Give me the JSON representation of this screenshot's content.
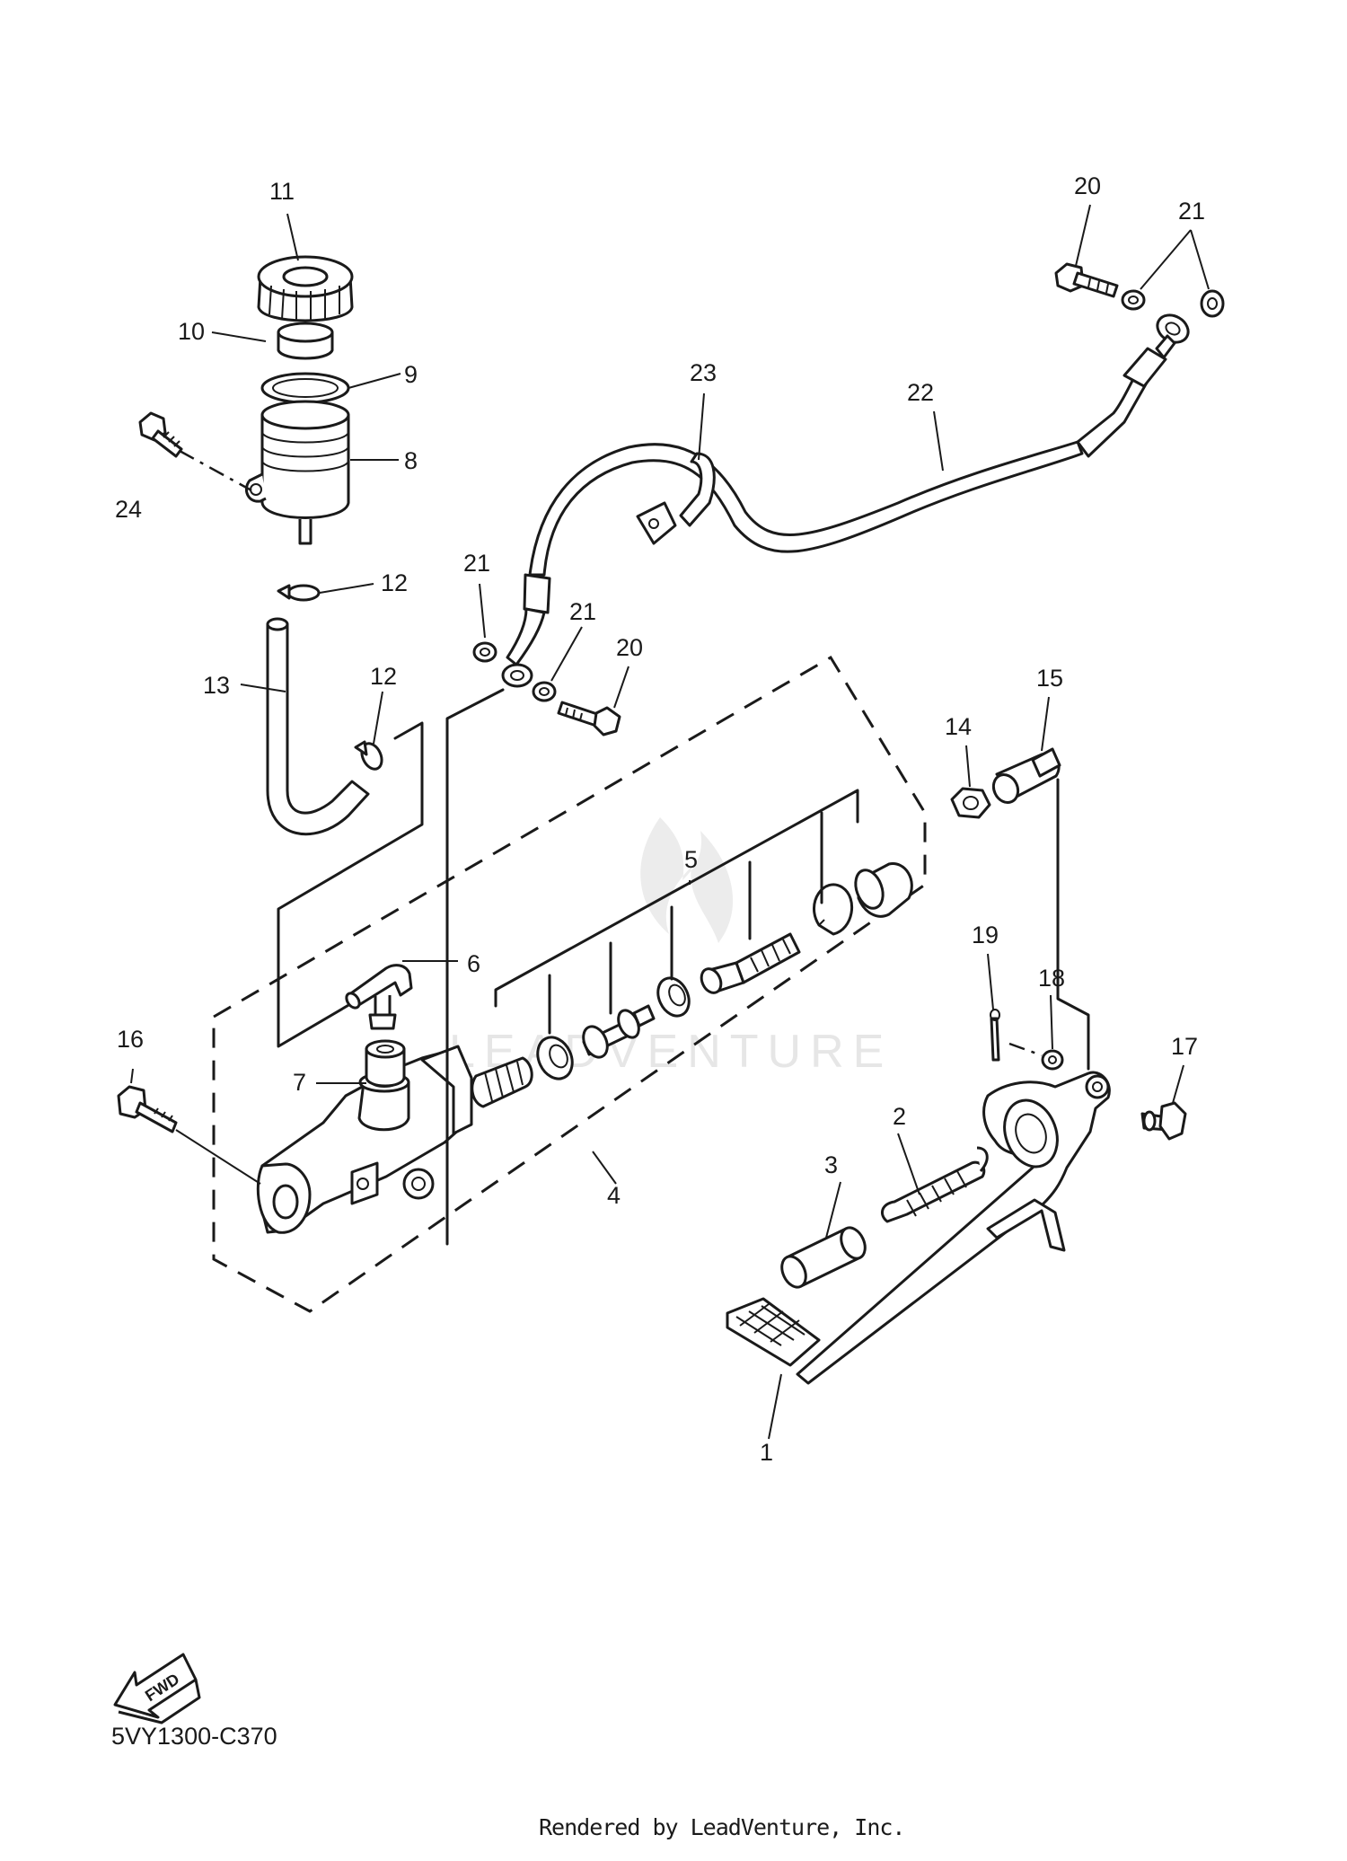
{
  "diagram": {
    "code": "5VY1300-C370",
    "rendered_by": "Rendered by LeadVenture, Inc.",
    "fwd_label": "FWD",
    "watermark": "LEADVENTURE",
    "callouts": [
      {
        "id": "c1",
        "label": "1"
      },
      {
        "id": "c2",
        "label": "2"
      },
      {
        "id": "c3",
        "label": "3"
      },
      {
        "id": "c4",
        "label": "4"
      },
      {
        "id": "c5",
        "label": "5"
      },
      {
        "id": "c6",
        "label": "6"
      },
      {
        "id": "c7",
        "label": "7"
      },
      {
        "id": "c8",
        "label": "8"
      },
      {
        "id": "c9",
        "label": "9"
      },
      {
        "id": "c10",
        "label": "10"
      },
      {
        "id": "c11",
        "label": "11"
      },
      {
        "id": "c12a",
        "label": "12"
      },
      {
        "id": "c12b",
        "label": "12"
      },
      {
        "id": "c13",
        "label": "13"
      },
      {
        "id": "c14",
        "label": "14"
      },
      {
        "id": "c15",
        "label": "15"
      },
      {
        "id": "c16",
        "label": "16"
      },
      {
        "id": "c17",
        "label": "17"
      },
      {
        "id": "c18",
        "label": "18"
      },
      {
        "id": "c19",
        "label": "19"
      },
      {
        "id": "c20a",
        "label": "20"
      },
      {
        "id": "c20b",
        "label": "20"
      },
      {
        "id": "c21a",
        "label": "21"
      },
      {
        "id": "c21b",
        "label": "21"
      },
      {
        "id": "c21c",
        "label": "21"
      },
      {
        "id": "c22",
        "label": "22"
      },
      {
        "id": "c23",
        "label": "23"
      },
      {
        "id": "c24",
        "label": "24"
      }
    ]
  }
}
